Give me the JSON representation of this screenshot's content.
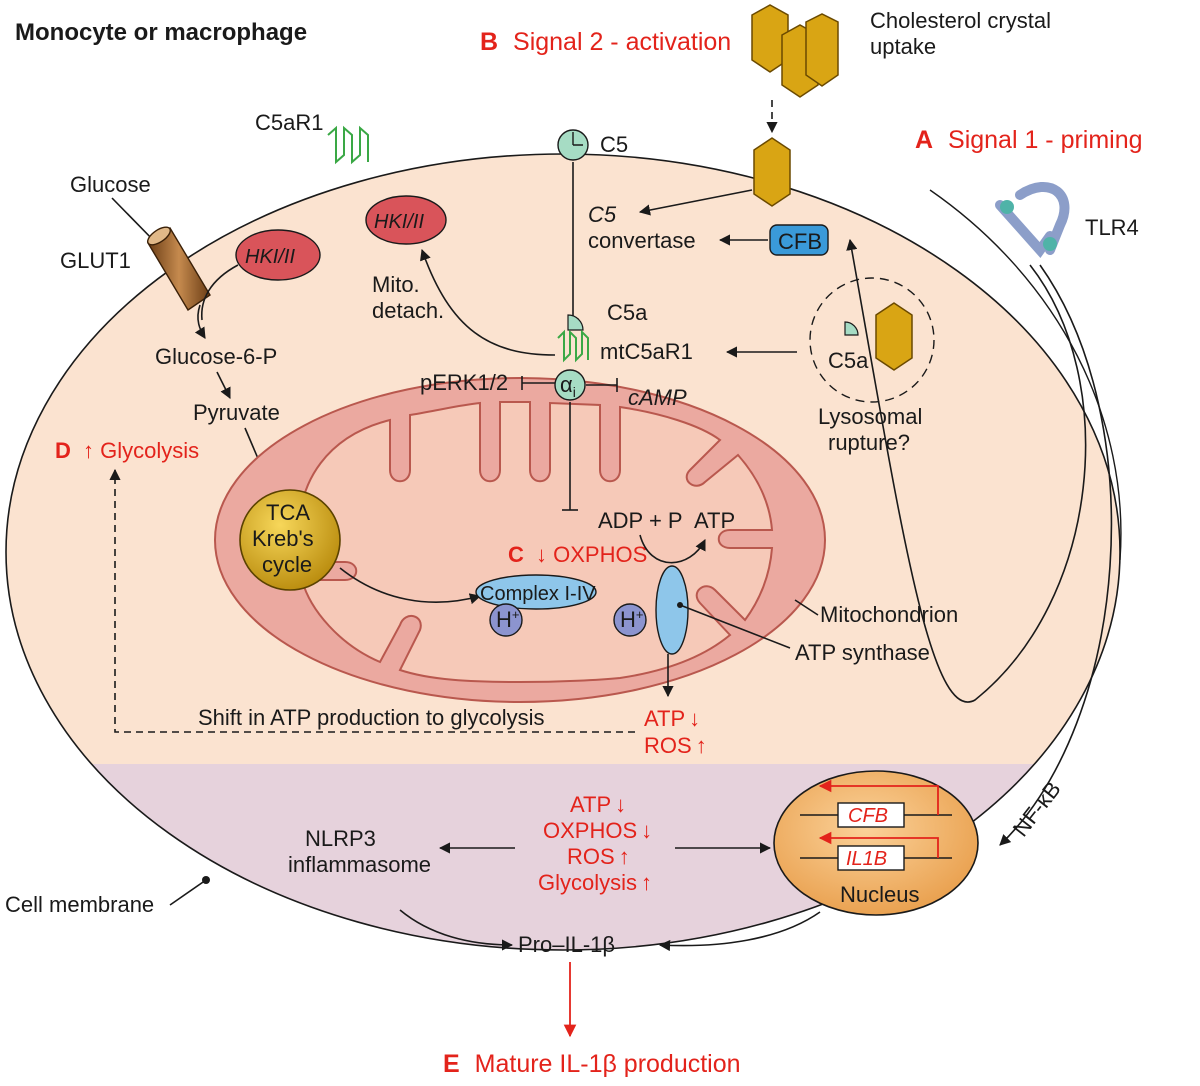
{
  "title": "Monocyte or macrophage",
  "signals": {
    "a_letter": "A",
    "a_text": "Signal 1 - priming",
    "b_letter": "B",
    "b_text": "Signal 2 - activation",
    "c_letter": "C",
    "c_text": "OXPHOS",
    "d_letter": "D",
    "d_text": "Glycolysis",
    "e_letter": "E",
    "e_text": "Mature IL-1β production"
  },
  "labels": {
    "cholesterol_line1": "Cholesterol crystal",
    "cholesterol_line2": "uptake",
    "c5ar1": "C5aR1",
    "c5": "C5",
    "c5_convertase_1": "C5",
    "c5_convertase_2": "convertase",
    "cfb": "CFB",
    "tlr4": "TLR4",
    "glucose": "Glucose",
    "glut1": "GLUT1",
    "hki_left": "HKI/II",
    "hki_top": "HKI/II",
    "mito_detach_1": "Mito.",
    "mito_detach_2": "detach.",
    "c5a_top": "C5a",
    "mtc5ar1": "mtC5aR1",
    "c5a_lysosome": "C5a",
    "lysosomal_1": "Lysosomal",
    "lysosomal_2": "rupture?",
    "glucose6p": "Glucose-6-P",
    "pyruvate": "Pyruvate",
    "perk": "pERK1/2",
    "camp": "cAMP",
    "alpha_i": "α",
    "alpha_sub": "i",
    "tca_1": "TCA",
    "tca_2": "Kreb's",
    "tca_3": "cycle",
    "adp": "ADP + P",
    "atp": "ATP",
    "complex": "Complex I-IV",
    "h_plus": "H",
    "h_sup": "+",
    "mitochondrion": "Mitochondrion",
    "atp_synthase": "ATP synthase",
    "shift": "Shift in ATP production to glycolysis",
    "atp_out": "ATP",
    "ros_out": "ROS",
    "nfkb": "NF-κB",
    "cfb_gene": "CFB",
    "il1b_gene": "IL1B",
    "nucleus": "Nucleus",
    "nlrp3_1": "NLRP3",
    "nlrp3_2": "inflammasome",
    "center_atp": "ATP",
    "center_oxphos": "OXPHOS",
    "center_ros": "ROS",
    "center_glycolysis": "Glycolysis",
    "pro_il1b": "Pro–IL-1β",
    "cell_membrane": "Cell membrane"
  },
  "colors": {
    "cytoplasm": "#fbe3d0",
    "lower_cytoplasm": "#e6d2dc",
    "mito_outer": "#eba9a0",
    "mito_inner": "#f6c9b8",
    "red_text": "#e3231b",
    "cfb_fill": "#3a9ad9",
    "nucleus": "#f5b267",
    "crystal": "#d9a514"
  }
}
